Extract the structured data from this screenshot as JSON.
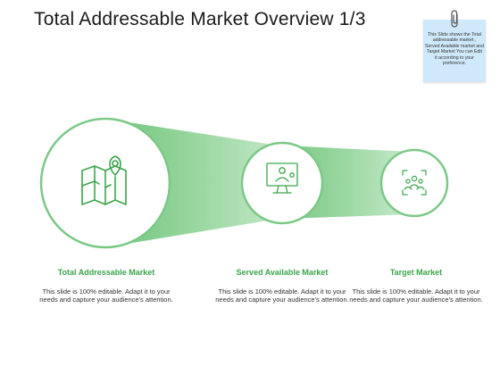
{
  "slide": {
    "title": "Total Addressable Market Overview 1/3",
    "note": "This Slide shows the Total addressable market , Served Available market and Target Market You can Edit it according to your preference."
  },
  "colors": {
    "accent": "#3aa64a",
    "ring": "#7cc887",
    "sticky": "#cfe9fb"
  },
  "columns": [
    {
      "title": "Total Addressable Market",
      "icon": "map-pin-icon",
      "description": "This slide is 100% editable. Adapt it to your needs and capture your audience's attention."
    },
    {
      "title": "Served Available Market",
      "icon": "monitor-team-icon",
      "description": "This slide is 100% editable. Adapt it to your needs and capture your audience's attention."
    },
    {
      "title": "Target Market",
      "icon": "target-group-icon",
      "description": "This slide is 100% editable. Adapt it to your needs and capture your audience's attention."
    }
  ]
}
